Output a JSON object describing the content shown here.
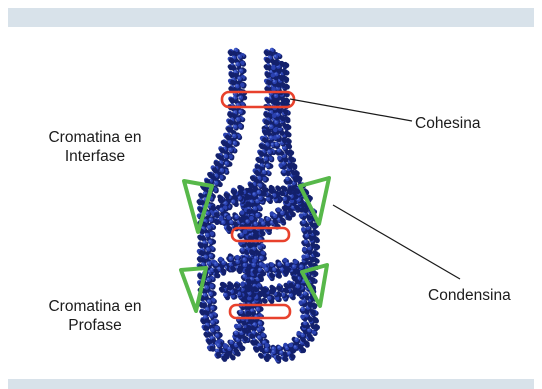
{
  "colors": {
    "band": "#d8e2ea",
    "chromatin": "#2a41b0",
    "chromatin_dark": "#13206c",
    "chromatin_light": "#5572dd",
    "cohesin": "#e8412c",
    "condensin": "#57b84a",
    "leader_line": "#1a1a1a",
    "text": "#1c1c1c"
  },
  "labels": {
    "cohesina": "Cohesina",
    "condensina": "Condensina",
    "interfase_line1": "Cromatina en",
    "interfase_line2": "Interfase",
    "profase_line1": "Cromatina en",
    "profase_line2": "Profase"
  }
}
